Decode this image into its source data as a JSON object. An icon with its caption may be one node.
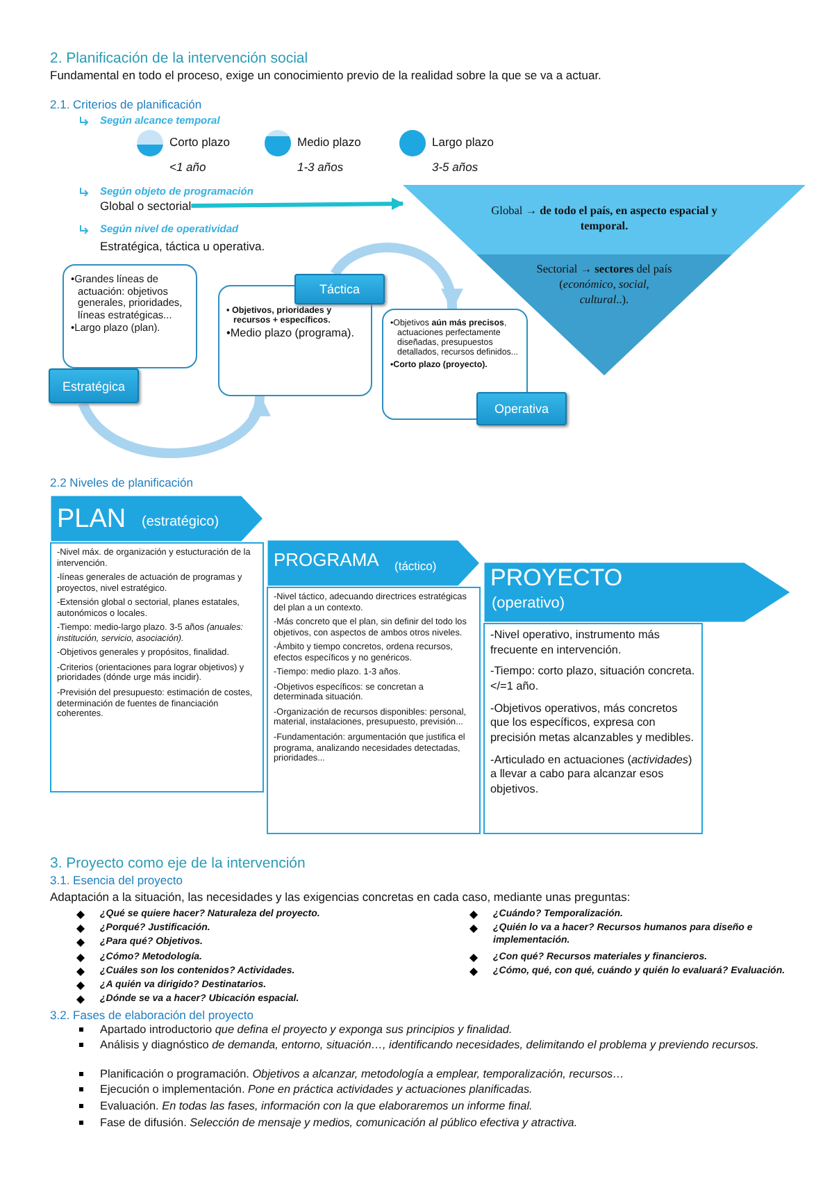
{
  "diagram": {
    "nodes": [
      {
        "text": [],
        "shape": "circle",
        "beside": [
          "Corto plazo",
          "<1 año"
        ]
      },
      {
        "text": [],
        "shape": "circle",
        "beside": [
          "Medio plazo",
          "1-3 años"
        ]
      },
      {
        "text": [],
        "shape": "circle",
        "beside": [
          "Largo plazo",
          "3-5 años"
        ]
      },
      {
        "text": [
          "Global o sectorial"
        ]
      },
      {
        "text": [
          "Global **→ de todo el país, en aspecto espacial y temporal.**"
        ]
      },
      {
        "text": [
          "Sectorial **→ sectores** del país (*económico, social, cultural*..)."
        ]
      },
      {
        "text": [
          "•Grandes líneas de actuación: objetivos generales, prioridades, líneas estratégicas...",
          "•Largo plazo (plan).",
          "Estratégica"
        ]
      },
      {
        "text": [
          "Táctica",
          "• Objetivos, prioridades y recursos + específicos.",
          "•Medio plazo (programa)."
        ]
      },
      {
        "text": [
          "•Objetivos **aún más precisos**, actuaciones perfectamente diseñadas, presupuestos detallados, recursos definidos...",
          "•Corto plazo (proyecto).",
          "Operativa"
        ]
      },
      {
        "text": [
          "PLAN",
          "(estratégico)",
          "-Nivel máx. de organización y estucturación de la intervención.",
          "-líneas generales de actuación de programas y proyectos, nivel estratégico.",
          "-Extensión global o sectorial, planes estatales, autonómicos o locales.",
          "-Tiempo: medio-largo plazo. 3-5 años *(anuales: institución, servicio, asociación).*",
          "-Objetivos generales y propósitos, finalidad.",
          "-Criterios (orientaciones para lograr objetivos) y prioridades (dónde urge más incidir).",
          "-Previsión del presupuesto: estimación de costes, determinación de fuentes de financiación coherentes."
        ]
      },
      {
        "text": [
          "PROGRAMA",
          "(táctico)",
          "-Nivel táctico, adecuando directrices estratégicas del plan a un contexto.",
          "-Más concreto que el plan, sin definir del todo los objetivos, con aspectos de ambos otros niveles.",
          "-Ámbito y tiempo concretos, ordena recursos, efectos específicos y no genéricos.",
          "-Tiempo: medio plazo. 1-3 años.",
          "-Objetivos específicos: se concretan a determinada situación.",
          "-Organización de recursos disponibles: personal, material, instalaciones, presupuesto, previsión...",
          "-Fundamentación: argumentación que justifica el programa, analizando necesidades detectadas, prioridades..."
        ]
      },
      {
        "text": [
          "PROYECTO",
          "(operativo)",
          "-Nivel operativo, instrumento más frecuente en intervención.",
          "-Tiempo: corto plazo, situación concreta. </=1 año.",
          "-Objetivos operativos, más concretos que los específicos, expresa con precisión metas alcanzables y medibles.",
          "-Articulado en actuaciones (*actividades*) a llevar a cabo para alcanzar esos objetivos."
        ]
      }
    ],
    "edges": [
      {
        "from": 3,
        "to": 4,
        "arrow": "to",
        "color": "#1cc0d0"
      },
      {
        "from": 6,
        "to": 7,
        "arrow": "to"
      },
      {
        "from": 7,
        "to": 8,
        "arrow": "to"
      }
    ],
    "labels": [
      "2. Planificación de la intervención social",
      "Fundamental en todo el proceso, exige un conocimiento previo de la realidad sobre la que se va a actuar.",
      "2.1. Criterios de planificación",
      "Según alcance temporal",
      "Según objeto de programación",
      "Según nivel de operatividad",
      "Estratégica, táctica u operativa.",
      "2.2 Niveles de planificación",
      "3. Proyecto como eje de la intervención",
      "3.1. Esencia del proyecto",
      "Adaptación a la situación, las necesidades y las exigencias concretas en cada caso, mediante unas preguntas:",
      "¿Qué se quiere hacer? Naturaleza del proyecto.",
      "¿Porqué? Justificación.",
      "¿Para qué? Objetivos.",
      "¿Cómo? Metodología.",
      "¿Cuáles son los contenidos? Actividades.",
      "¿A quién va dirigido? Destinatarios.",
      "¿Dónde se va a hacer? Ubicación espacial.",
      "¿Cuándo? Temporalización.",
      "¿Quién lo va a hacer? Recursos humanos para diseño e implementación.",
      "¿Con qué? Recursos materiales y financieros.",
      "¿Cómo, qué, con qué, cuándo y quién lo evaluará? Evaluación.",
      "3.2. Fases de elaboración del proyecto",
      "Apartado introductorio *que defina el proyecto y exponga sus principios y finalidad.*",
      "Análisis y diagnóstico *de demanda, entorno, situación…, identificando necesidades, delimitando el problema y previendo recursos.*",
      "Planificación o programación. *Objetivos a alcanzar, metodología a emplear, temporalización, recursos…*",
      "Ejecución o implementación. *Pone en práctica actividades y actuaciones planificadas.*",
      "Evaluación. *En todas las fases, información con la que elaboraremos un informe final.*",
      "Fase de difusión. *Selección de mensaje y medios, comunicación al público efectiva y atractiva.*"
    ]
  }
}
